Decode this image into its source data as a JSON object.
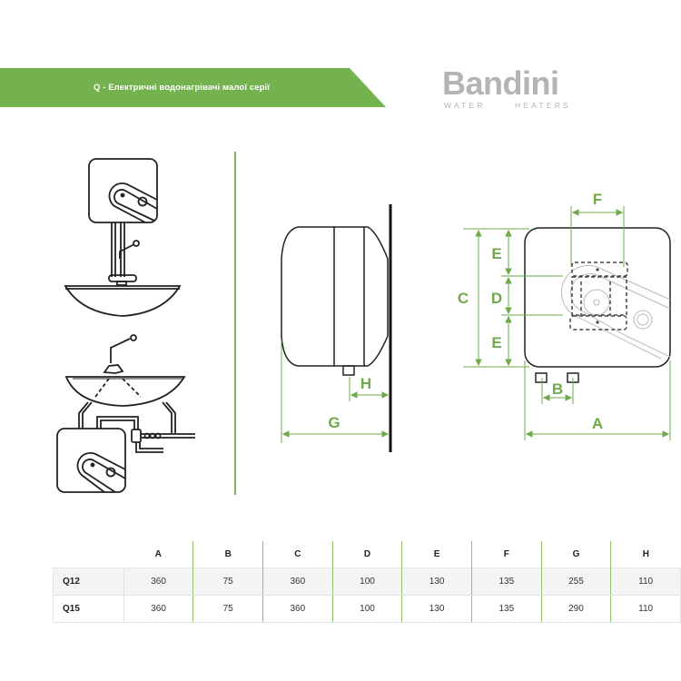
{
  "banner": {
    "title": "Q - Електричні водонагрівачі малої серії",
    "color": "#74b24f"
  },
  "logo": {
    "name": "Bandini",
    "subtitle_left": "WATER",
    "subtitle_right": "HEATERS",
    "color": "#b4b4b4"
  },
  "diagrams": {
    "install_above_sink": {
      "icon": "heater-above-sink-icon"
    },
    "install_under_sink": {
      "icon": "heater-under-sink-icon"
    },
    "side_view": {
      "labels": {
        "h": "H",
        "g": "G"
      }
    },
    "front_view": {
      "labels": {
        "f": "F",
        "e_top": "E",
        "c": "C",
        "d": "D",
        "e_bottom": "E",
        "b": "B",
        "a": "A"
      }
    },
    "dimension_color": "#6faa4b"
  },
  "spec_table": {
    "columns": [
      "A",
      "B",
      "C",
      "D",
      "E",
      "F",
      "G",
      "H"
    ],
    "rows": [
      {
        "model": "Q12",
        "values": [
          "360",
          "75",
          "360",
          "100",
          "130",
          "135",
          "255",
          "110"
        ]
      },
      {
        "model": "Q15",
        "values": [
          "360",
          "75",
          "360",
          "100",
          "130",
          "135",
          "290",
          "110"
        ]
      }
    ]
  }
}
